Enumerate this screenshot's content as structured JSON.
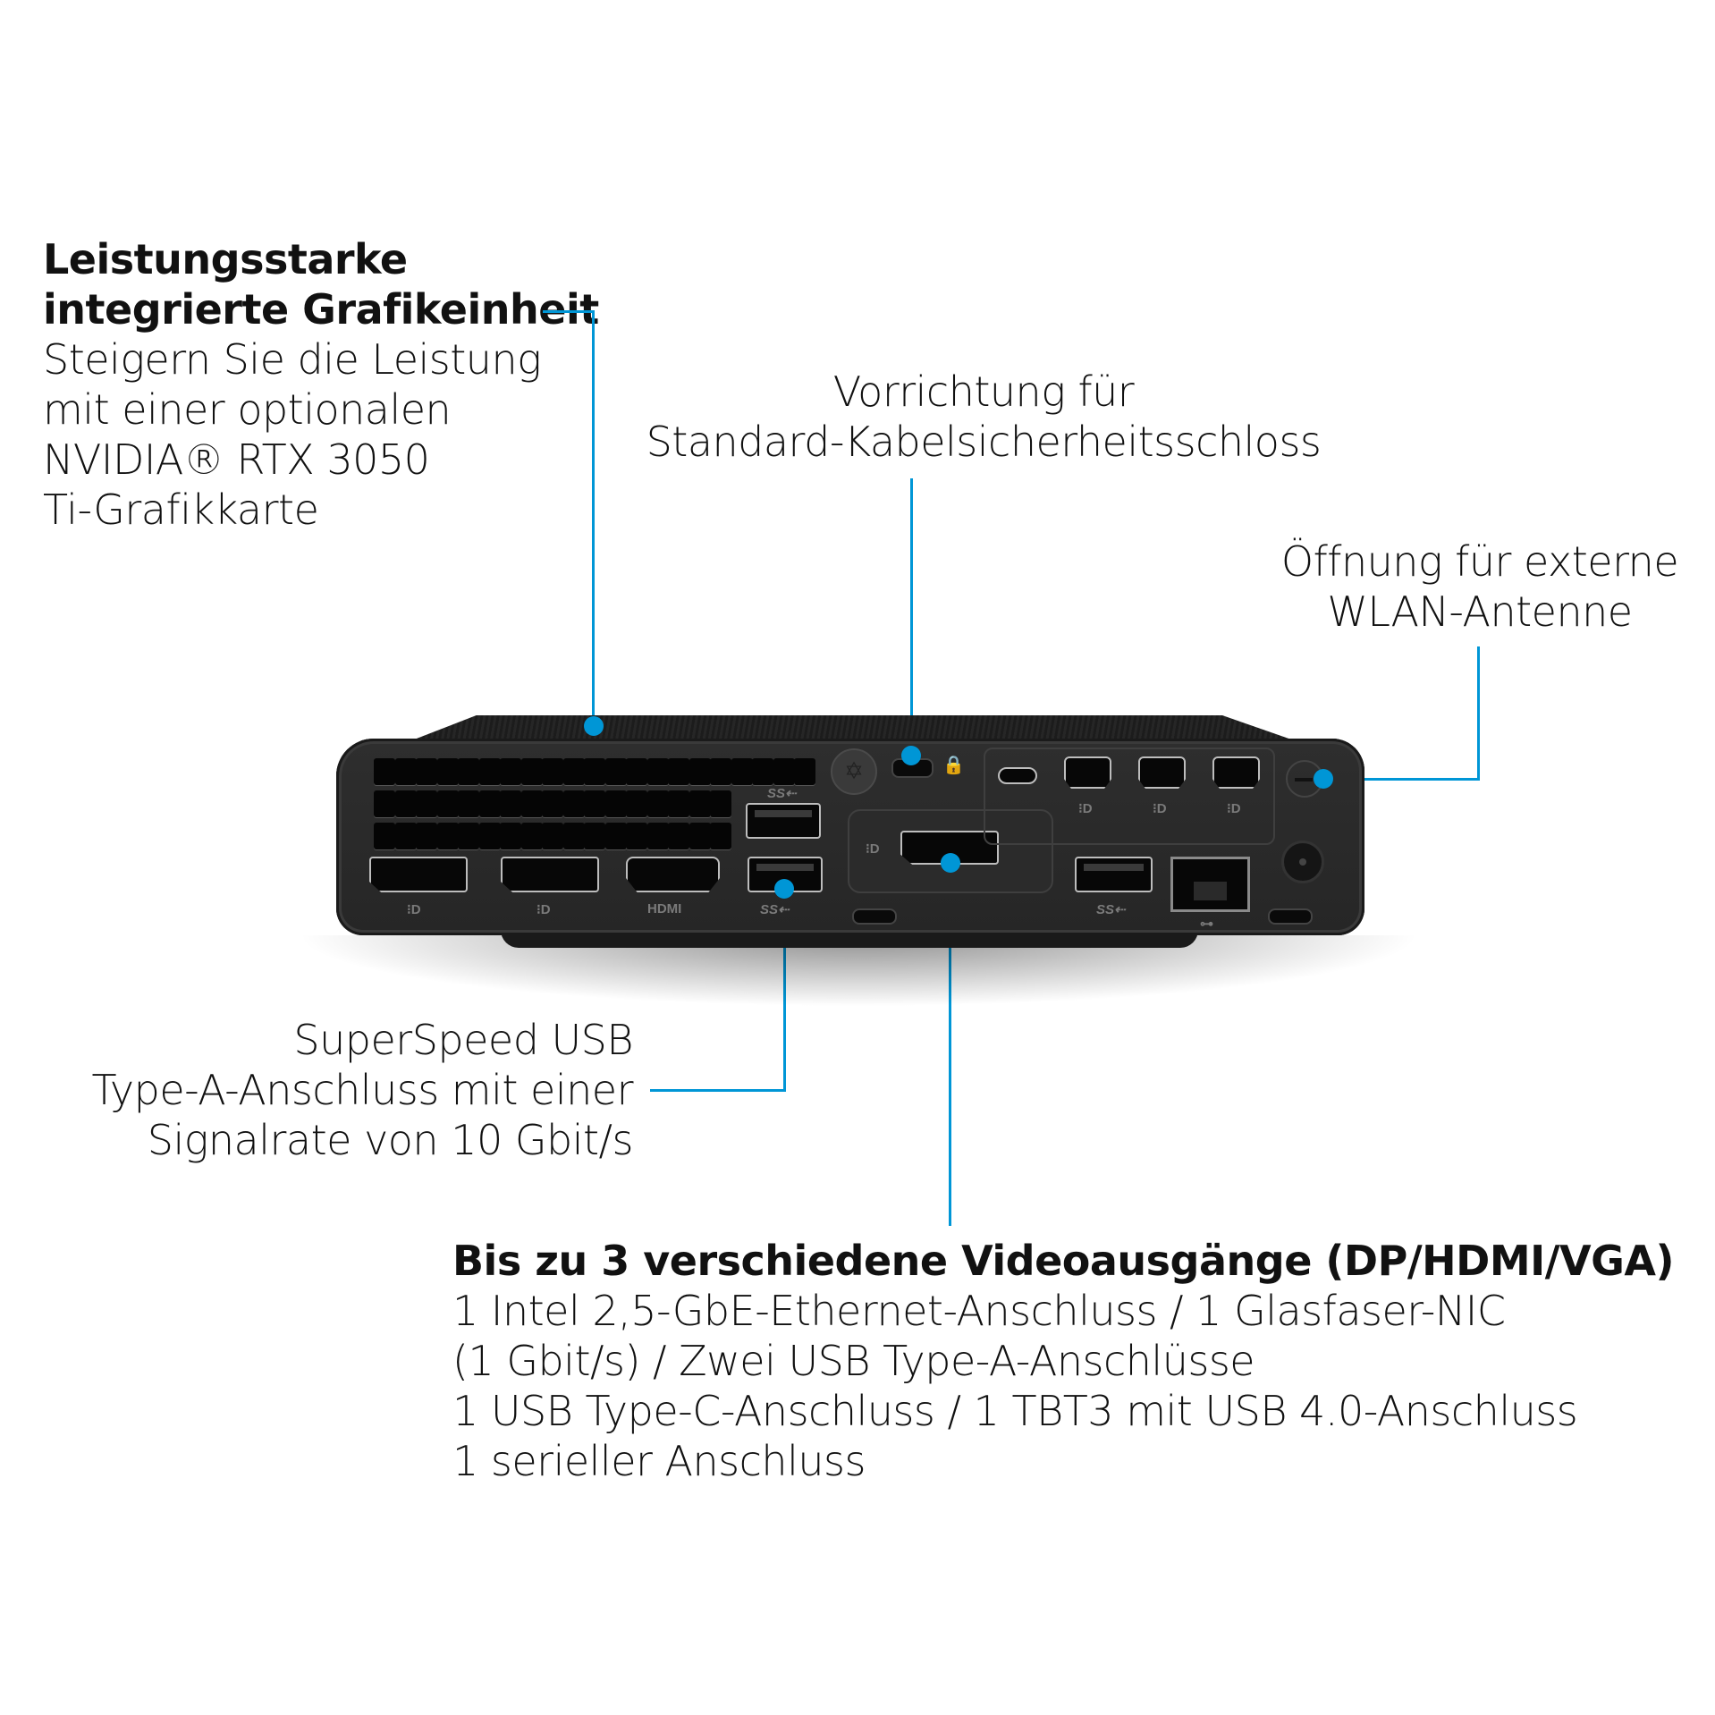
{
  "accent_color": "#0096D6",
  "callouts": {
    "graphics": {
      "title_lines": [
        "Leistungsstarke",
        "integrierte Grafikeinheit"
      ],
      "body_lines": [
        "Steigern Sie die Leistung",
        "mit einer optionalen",
        "NVIDIA® RTX 3050",
        "Ti-Grafikkarte"
      ]
    },
    "lock": {
      "lines": [
        "Vorrichtung für",
        "Standard-Kabelsicherheitsschloss"
      ]
    },
    "antenna": {
      "lines": [
        "Öffnung für externe",
        "WLAN-Antenne"
      ]
    },
    "usb": {
      "lines": [
        "SuperSpeed USB",
        "Type-A-Anschluss mit einer",
        "Signalrate von 10 Gbit/s"
      ]
    },
    "io": {
      "title": "Bis zu 3 verschiedene Videoausgänge (DP/HDMI/VGA)",
      "body_lines": [
        "1 Intel 2,5-GbE-Ethernet-Anschluss / 1 Glasfaser-NIC",
        "(1 Gbit/s) / Zwei USB Type-A-Anschlüsse",
        "1 USB Type-C-Anschluss / 1 TBT3 mit USB 4.0-Anschluss",
        "1 serieller Anschluss"
      ]
    }
  },
  "device": {
    "port_labels": {
      "dp": "⁝D",
      "hdmi": "HDMI",
      "ss_usb": "SS⇠",
      "lock": "🔒",
      "ethernet": "⊶"
    },
    "ports": [
      {
        "type": "displayport",
        "label": "DP"
      },
      {
        "type": "displayport",
        "label": "DP"
      },
      {
        "type": "hdmi",
        "label": "HDMI"
      },
      {
        "type": "usb-a",
        "label": "SS USB"
      },
      {
        "type": "usb-a",
        "label": "SS USB"
      },
      {
        "type": "displayport-module",
        "label": "DP"
      },
      {
        "type": "usb-c",
        "label": ""
      },
      {
        "type": "mini-displayport",
        "label": "DP"
      },
      {
        "type": "mini-displayport",
        "label": "DP"
      },
      {
        "type": "mini-displayport",
        "label": "DP"
      },
      {
        "type": "usb-a",
        "label": "SS USB"
      },
      {
        "type": "rj45",
        "label": "Ethernet"
      },
      {
        "type": "power",
        "label": "DC"
      }
    ]
  }
}
